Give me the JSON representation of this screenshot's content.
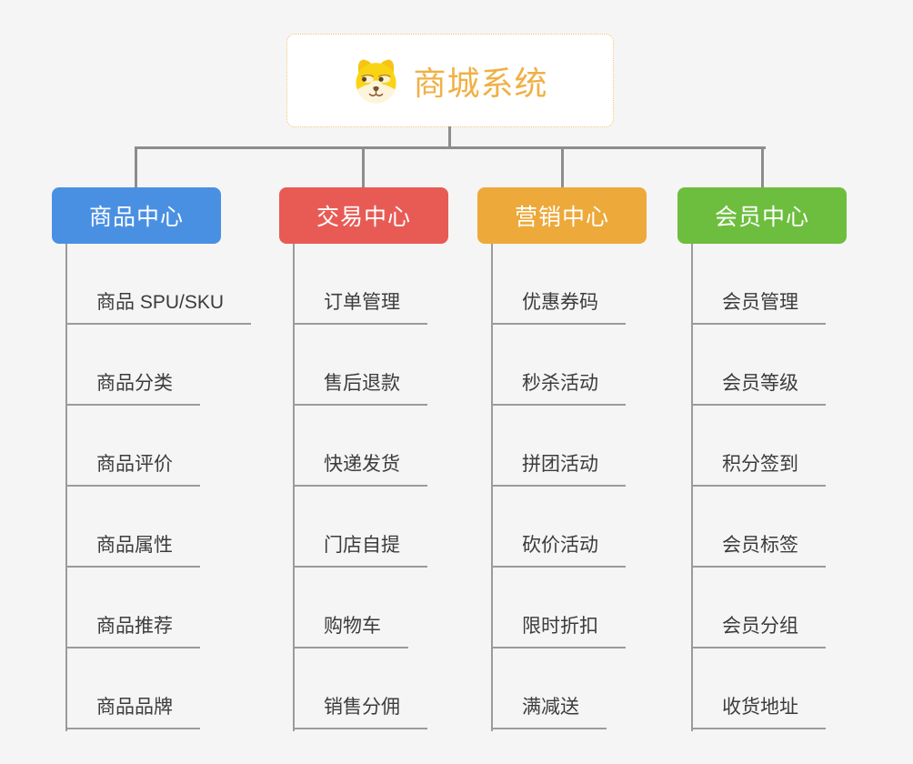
{
  "root": {
    "title": "商城系统",
    "icon": "shiba-dog-icon"
  },
  "colors": {
    "background": "#F5F5F5",
    "connector": "#8D8D8D",
    "leaf_line": "#9B9B9B",
    "leaf_text": "#3C3C3C",
    "root_title": "#F0B045",
    "root_border": "#F2C276",
    "branch_text": "#FFFFFF"
  },
  "branches": [
    {
      "label": "商品中心",
      "color": "#4A90E2",
      "items": [
        "商品 SPU/SKU",
        "商品分类",
        "商品评价",
        "商品属性",
        "商品推荐",
        "商品品牌"
      ]
    },
    {
      "label": "交易中心",
      "color": "#E85B55",
      "items": [
        "订单管理",
        "售后退款",
        "快递发货",
        "门店自提",
        "购物车",
        "销售分佣"
      ]
    },
    {
      "label": "营销中心",
      "color": "#EDA93A",
      "items": [
        "优惠券码",
        "秒杀活动",
        "拼团活动",
        "砍价活动",
        "限时折扣",
        "满减送"
      ]
    },
    {
      "label": "会员中心",
      "color": "#6DBE3E",
      "items": [
        "会员管理",
        "会员等级",
        "积分签到",
        "会员标签",
        "会员分组",
        "收货地址"
      ]
    }
  ]
}
